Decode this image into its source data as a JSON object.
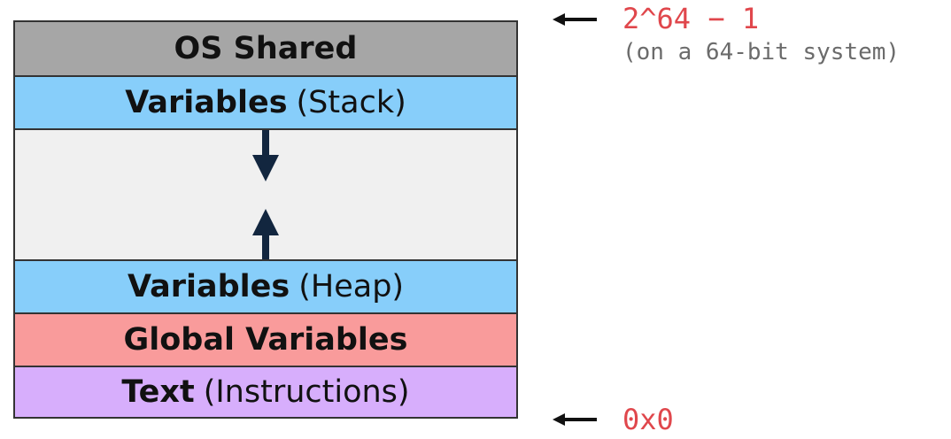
{
  "regions": {
    "os_shared": {
      "bold": "OS Shared",
      "normal": "",
      "color": "#a6a6a6"
    },
    "stack": {
      "bold": "Variables",
      "normal": "(Stack)",
      "color": "#87cefa"
    },
    "free": {
      "color": "#f0f0f0"
    },
    "heap": {
      "bold": "Variables",
      "normal": "(Heap)",
      "color": "#87cefa"
    },
    "globals": {
      "bold": "Global Variables",
      "normal": "",
      "color": "#f99b9b"
    },
    "text": {
      "bold": "Text",
      "normal": "(Instructions)",
      "color": "#d7aefc"
    }
  },
  "growth_arrows": {
    "stack_direction": "down",
    "heap_direction": "up",
    "color": "#12263f"
  },
  "addresses": {
    "top": {
      "value": "2^64 − 1",
      "note": "(on a 64-bit system)"
    },
    "bottom": {
      "value": "0x0"
    },
    "value_color": "#e0474c",
    "note_color": "#6b6b6b"
  }
}
